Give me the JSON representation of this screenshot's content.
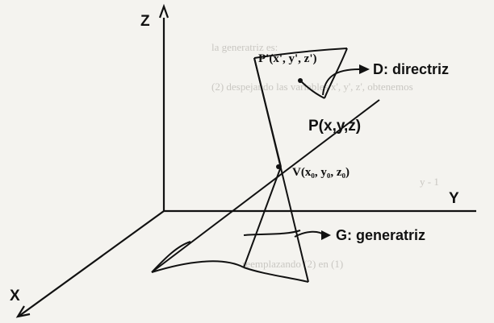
{
  "axes": {
    "x": "X",
    "y": "Y",
    "z": "Z"
  },
  "points": {
    "p_prime": "P'(x', y', z')",
    "p": "P(x,y,z)",
    "v": "V(x₀, y₀, z₀)"
  },
  "labels": {
    "directriz": "D:  directriz",
    "generatriz": "G:  generatriz"
  },
  "colors": {
    "ink": "#111111",
    "paper": "#f4f3ef",
    "bleed": "#c9c7c2"
  }
}
